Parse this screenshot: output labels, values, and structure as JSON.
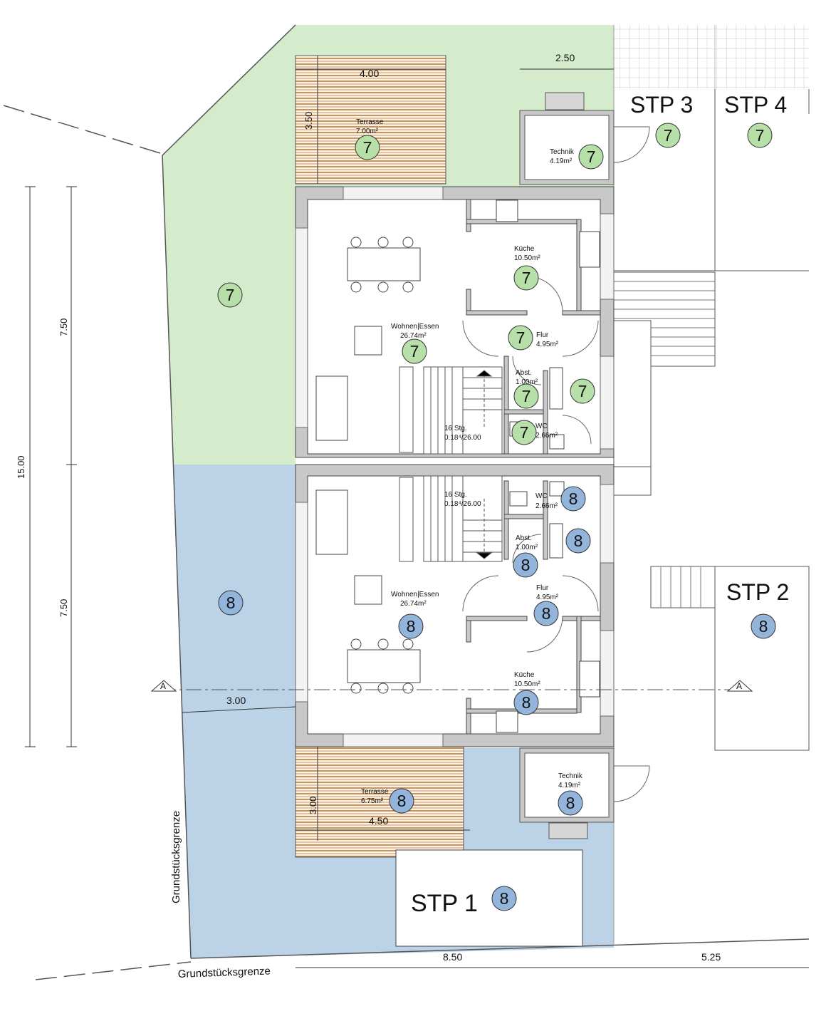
{
  "colors": {
    "unit7": "#d4ebcc",
    "unit8": "#bcd3e7",
    "badge7": "#b6e0a8",
    "badge8": "#93b5dc",
    "wall": "#c8c8c8",
    "deck": "#c07d3a"
  },
  "dimensions": {
    "d_2_50": "2.50",
    "d_4_00": "4.00",
    "d_3_50": "3.50",
    "d_7_50_top": "7.50",
    "d_7_50_bottom": "7.50",
    "d_15_00": "15.00",
    "d_3_00_left": "3.00",
    "d_3_00_terrace": "3.00",
    "d_4_50": "4.50",
    "d_8_50": "8.50",
    "d_5_25": "5.25"
  },
  "boundary": {
    "left": "Grundstücksgrenze",
    "bottom": "Grundstücksgrenze"
  },
  "section_marker": "A",
  "parking": {
    "stp1": "STP 1",
    "stp2": "STP 2",
    "stp3": "STP 3",
    "stp4": "STP 4"
  },
  "unit7": {
    "badge": "7",
    "terrace": {
      "name": "Terrasse",
      "area": "7.00m²"
    },
    "technik": {
      "name": "Technik",
      "area": "4.19m²"
    },
    "kueche": {
      "name": "Küche",
      "area": "10.50m²"
    },
    "wohnen": {
      "name": "Wohnen|Essen",
      "area": "26.74m²"
    },
    "flur": {
      "name": "Flur",
      "area": "4.95m²"
    },
    "abst": {
      "name": "Abst.",
      "area": "1.00m²"
    },
    "wc": {
      "name": "WC",
      "area": "2.66m²"
    },
    "stair": {
      "steps": "16 Stg.",
      "ratio": "0.18⁴/26.00"
    }
  },
  "unit8": {
    "badge": "8",
    "terrace": {
      "name": "Terrasse",
      "area": "6.75m²"
    },
    "technik": {
      "name": "Technik",
      "area": "4.19m²"
    },
    "kueche": {
      "name": "Küche",
      "area": "10.50m²"
    },
    "wohnen": {
      "name": "Wohnen|Essen",
      "area": "26.74m²"
    },
    "flur": {
      "name": "Flur",
      "area": "4.95m²"
    },
    "abst": {
      "name": "Abst.",
      "area": "1.00m²"
    },
    "wc": {
      "name": "WC",
      "area": "2.66m²"
    },
    "stair": {
      "steps": "16 Stg.",
      "ratio": "0.18⁴/26.00"
    }
  }
}
